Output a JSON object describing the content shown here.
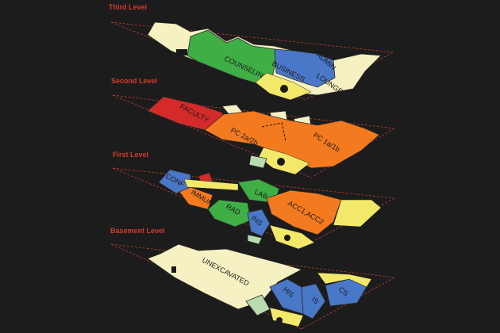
{
  "levels": {
    "third": {
      "title": "Third Level",
      "zones": {
        "counseling": "COUNSELING",
        "admin": "ADMIN",
        "business": "BUSINESS",
        "lounge": "LOUNGE"
      }
    },
    "second": {
      "title": "Second Level",
      "zones": {
        "faculty": "FACULTY",
        "pc2": "PC 2a/2b",
        "pc1": "PC 1a/1b"
      }
    },
    "first": {
      "title": "First Level",
      "zones": {
        "conf": "CONF",
        "immun": "IMMUN",
        "lab": "LAB",
        "rad": "RAD",
        "ins": "INS",
        "acc": "ACC1,ACC2"
      }
    },
    "basement": {
      "title": "Basement Level",
      "zones": {
        "unexcavated": "UNEXCAVATED",
        "his": "HIS",
        "is": "IS",
        "cs": "CS"
      }
    }
  },
  "colors": {
    "background": "#1c1c1c",
    "title": "#d63a2a",
    "cream": "#f6f1c2",
    "green": "#3fae45",
    "blue": "#4a78c8",
    "orange": "#f47a1f",
    "red": "#d42a2a",
    "yellow": "#f2e86a",
    "light_green": "#b8dcb0"
  }
}
